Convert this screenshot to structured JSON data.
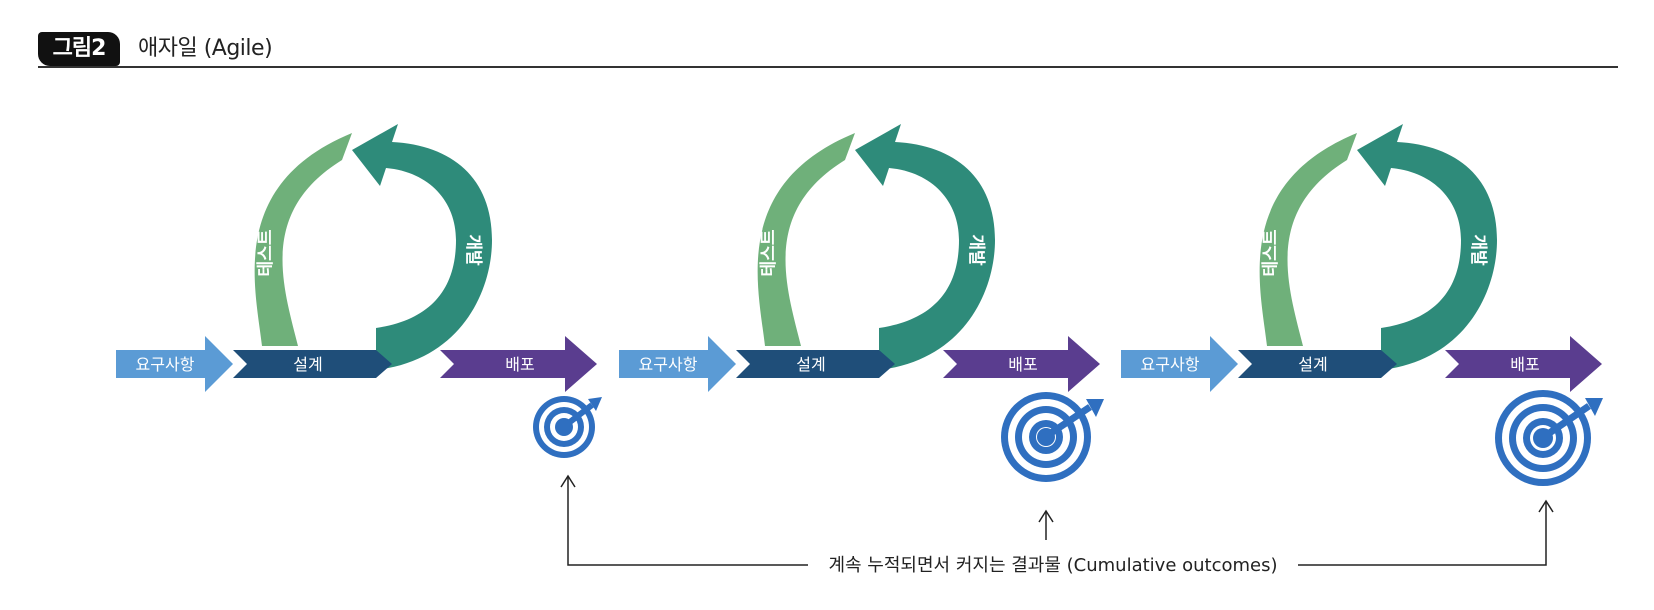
{
  "header": {
    "badge": "그림2",
    "title": "애자일 (Agile)"
  },
  "cycles": [
    {
      "requirements": "요구사항",
      "design": "설계",
      "development": "개발",
      "test": "테스트",
      "deploy": "배포"
    },
    {
      "requirements": "요구사항",
      "design": "설계",
      "development": "개발",
      "test": "테스트",
      "deploy": "배포"
    },
    {
      "requirements": "요구사항",
      "design": "설계",
      "development": "개발",
      "test": "테스트",
      "deploy": "배포"
    }
  ],
  "outcomes_label": "계속 누적되면서 커지는 결과물 (Cumulative outcomes)",
  "colors": {
    "requirements": "#5b9bd5",
    "design": "#1f4e79",
    "development": "#2e8b7a",
    "test": "#6fb07a",
    "deploy": "#5a3d8f",
    "target": "#2f6fc0"
  },
  "icons": [
    "target-icon",
    "arrow-up-icon"
  ]
}
